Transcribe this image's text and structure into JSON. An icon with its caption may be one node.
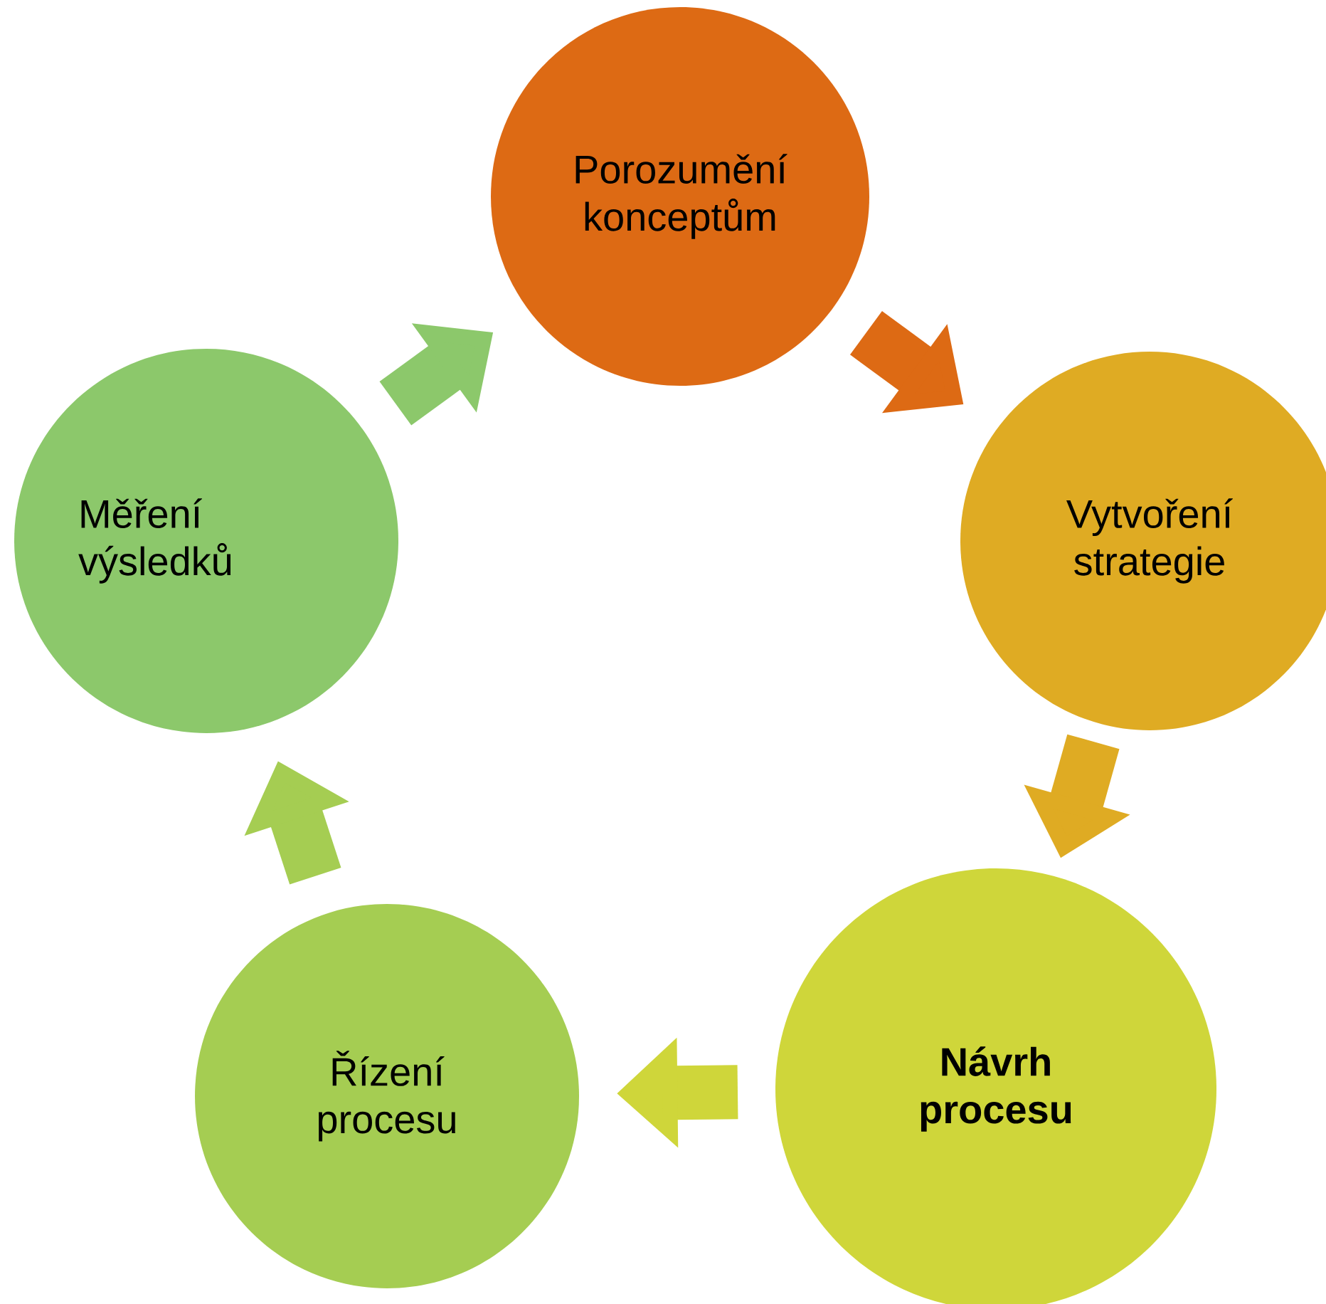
{
  "diagram": {
    "nodes": [
      {
        "text": [
          "Porozumění konceptům"
        ]
      },
      {
        "text": [
          "Vytvoření strategie"
        ]
      },
      {
        "text": [
          "Návrh procesu"
        ]
      },
      {
        "text": [
          "Řízení procesu"
        ]
      },
      {
        "text": [
          "Měření výsledků"
        ]
      }
    ],
    "edges": [
      {
        "from": 0,
        "to": 1,
        "arrow": "to",
        "color": "#dd6a14"
      },
      {
        "from": 1,
        "to": 2,
        "arrow": "to",
        "color": "#dfab23"
      },
      {
        "from": 2,
        "to": 3,
        "arrow": "to",
        "color": "#cfd63a"
      },
      {
        "from": 3,
        "to": 4,
        "arrow": "to",
        "color": "#a5cd52"
      },
      {
        "from": 4,
        "to": 0,
        "arrow": "to",
        "color": "#8cc86b"
      }
    ]
  }
}
